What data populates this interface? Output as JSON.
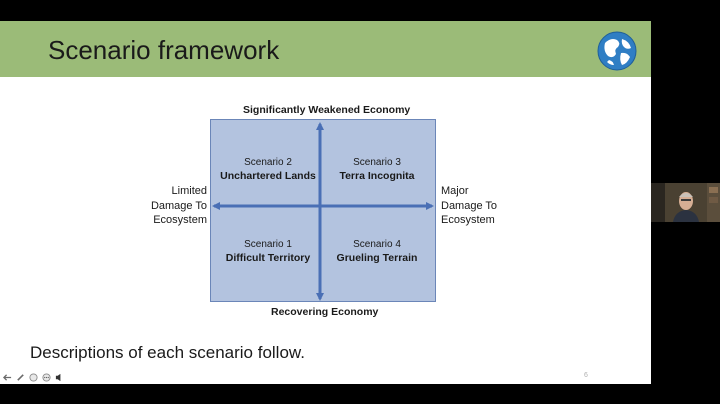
{
  "slide": {
    "title": "Scenario framework",
    "caption": "Descriptions of each scenario follow.",
    "page_number": "6",
    "logo_icon": "globe-logo-icon",
    "colors": {
      "title_bar": "#9bbb78",
      "grid_fill": "#b3c3df",
      "arrow": "#4a6fb5"
    }
  },
  "framework": {
    "top_axis": "Significantly Weakened Economy",
    "bottom_axis": "Recovering Economy",
    "left_axis": [
      "Limited",
      "Damage To",
      "Ecosystem"
    ],
    "right_axis": [
      "Major",
      "Damage To",
      "Ecosystem"
    ],
    "scenarios": [
      {
        "number": "Scenario 2",
        "name": "Unchartered Lands"
      },
      {
        "number": "Scenario 3",
        "name": "Terra Incognita"
      },
      {
        "number": "Scenario 1",
        "name": "Difficult Territory"
      },
      {
        "number": "Scenario 4",
        "name": "Grueling Terrain"
      }
    ]
  },
  "controls": [
    "back-arrow-icon",
    "pen-icon",
    "zoom-icon",
    "more-icon",
    "audio-icon"
  ],
  "webcam": {
    "icon": "webcam-presenter-icon"
  }
}
